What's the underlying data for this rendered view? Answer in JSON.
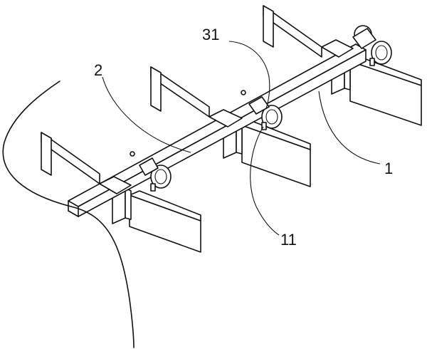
{
  "labels": {
    "part_1": "1",
    "part_2": "2",
    "part_11": "11",
    "part_31": "31"
  }
}
